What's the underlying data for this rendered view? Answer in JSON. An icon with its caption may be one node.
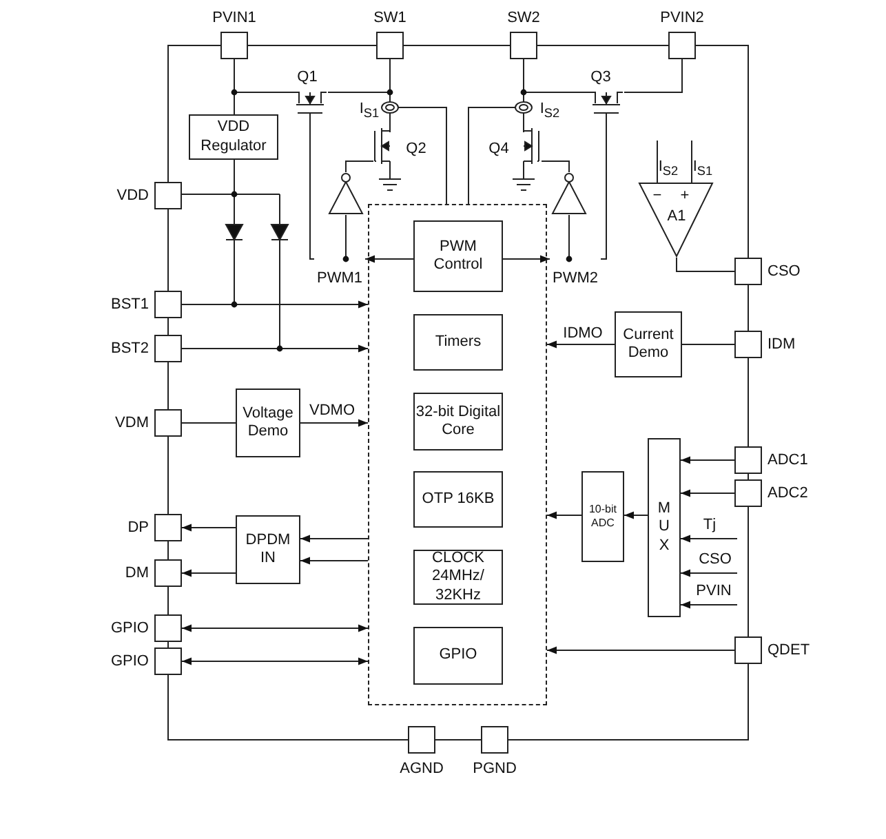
{
  "diagram": {
    "nodes": [
      {
        "text": [],
        "shape": "box",
        "beside": [
          "PVIN1"
        ]
      },
      {
        "text": [],
        "shape": "box",
        "beside": [
          "SW1"
        ]
      },
      {
        "text": [],
        "shape": "box",
        "beside": [
          "SW2"
        ]
      },
      {
        "text": [],
        "shape": "box",
        "beside": [
          "PVIN2"
        ]
      },
      {
        "text": [],
        "shape": "box",
        "beside": [
          "VDD"
        ]
      },
      {
        "text": [],
        "shape": "box",
        "beside": [
          "BST1"
        ]
      },
      {
        "text": [],
        "shape": "box",
        "beside": [
          "BST2"
        ]
      },
      {
        "text": [],
        "shape": "box",
        "beside": [
          "VDM"
        ]
      },
      {
        "text": [],
        "shape": "box",
        "beside": [
          "DP"
        ]
      },
      {
        "text": [],
        "shape": "box",
        "beside": [
          "DM"
        ]
      },
      {
        "text": [],
        "shape": "box",
        "beside": [
          "GPIO"
        ]
      },
      {
        "text": [],
        "shape": "box",
        "beside": [
          "GPIO"
        ]
      },
      {
        "text": [],
        "shape": "box",
        "beside": [
          "CSO"
        ]
      },
      {
        "text": [],
        "shape": "box",
        "beside": [
          "IDM"
        ]
      },
      {
        "text": [],
        "shape": "box",
        "beside": [
          "ADC1"
        ]
      },
      {
        "text": [],
        "shape": "box",
        "beside": [
          "ADC2"
        ]
      },
      {
        "text": [],
        "shape": "box",
        "beside": [
          "QDET"
        ]
      },
      {
        "text": [],
        "shape": "box",
        "beside": [
          "AGND"
        ]
      },
      {
        "text": [],
        "shape": "box",
        "beside": [
          "PGND"
        ]
      },
      {
        "text": [
          "VDD Regulator"
        ]
      },
      {
        "text": [
          "Voltage Demo"
        ]
      },
      {
        "text": [
          "DPDM IN"
        ]
      },
      {
        "text": [],
        "shape": "box"
      },
      {
        "text": [
          "PWM Control"
        ],
        "in": 22
      },
      {
        "text": [
          "Timers"
        ],
        "in": 22
      },
      {
        "text": [
          "32-bit Digital Core"
        ],
        "in": 22
      },
      {
        "text": [
          "OTP 16KB"
        ],
        "in": 22
      },
      {
        "text": [
          "CLOCK 24MHz/ 32KHz"
        ],
        "in": 22
      },
      {
        "text": [
          "GPIO"
        ],
        "in": 22
      },
      {
        "text": [
          "Current Demo"
        ]
      },
      {
        "text": [
          "M U X"
        ]
      },
      {
        "text": [
          "10-bit ADC"
        ]
      },
      {
        "text": [
          "I$_{S2}$",
          "I$_{S1}$",
          "−",
          "+",
          "A1"
        ]
      },
      {
        "text": [
          "PWM1"
        ]
      },
      {
        "text": [
          "PWM2"
        ]
      },
      {
        "text": [],
        "shape": "transistor",
        "beside": [
          "Q1"
        ]
      },
      {
        "text": [],
        "shape": "transistor",
        "beside": [
          "Q2"
        ]
      },
      {
        "text": [],
        "shape": "transistor",
        "beside": [
          "Q3"
        ]
      },
      {
        "text": [],
        "shape": "transistor",
        "beside": [
          "Q4"
        ]
      },
      {
        "text": [],
        "shape": "triangle"
      },
      {
        "text": [],
        "shape": "triangle"
      }
    ],
    "edges": [
      {
        "from": 0,
        "to": 19,
        "arrow": "none"
      },
      {
        "from": 19,
        "to": 4,
        "arrow": "none"
      },
      {
        "from": 5,
        "to": 22,
        "arrow": "to"
      },
      {
        "from": 6,
        "to": 22,
        "arrow": "to"
      },
      {
        "from": 7,
        "to": 20,
        "arrow": "none"
      },
      {
        "from": 20,
        "to": 22,
        "arrow": "to",
        "label": "VDMO"
      },
      {
        "from": 22,
        "to": 21,
        "arrow": "to"
      },
      {
        "from": 22,
        "to": 21,
        "arrow": "to"
      },
      {
        "from": 21,
        "to": 8,
        "arrow": "to"
      },
      {
        "from": 21,
        "to": 9,
        "arrow": "to"
      },
      {
        "from": 10,
        "to": 22,
        "arrow": "both"
      },
      {
        "from": 11,
        "to": 22,
        "arrow": "both"
      },
      {
        "from": 13,
        "to": 29,
        "arrow": "none"
      },
      {
        "from": 29,
        "to": 22,
        "arrow": "to",
        "label": "IDMO"
      },
      {
        "from": 14,
        "to": 30,
        "arrow": "to"
      },
      {
        "from": 15,
        "to": 30,
        "arrow": "to"
      },
      {
        "from": null,
        "to": 30,
        "arrow": "to",
        "label": "Tj"
      },
      {
        "from": null,
        "to": 30,
        "arrow": "to",
        "label": "CSO"
      },
      {
        "from": null,
        "to": 30,
        "arrow": "to",
        "label": "PVIN"
      },
      {
        "from": 30,
        "to": 31,
        "arrow": "to"
      },
      {
        "from": 31,
        "to": 22,
        "arrow": "to"
      },
      {
        "from": 16,
        "to": 22,
        "arrow": "to"
      },
      {
        "from": 32,
        "to": 12,
        "arrow": "none"
      },
      {
        "from": 23,
        "to": 33,
        "arrow": "to"
      },
      {
        "from": 23,
        "to": 34,
        "arrow": "to"
      },
      {
        "from": 1,
        "to": 22,
        "arrow": "none"
      },
      {
        "from": 2,
        "to": 22,
        "arrow": "none"
      },
      {
        "from": 0,
        "to": 35,
        "arrow": "none"
      },
      {
        "from": 35,
        "to": 1,
        "arrow": "none"
      },
      {
        "from": 1,
        "to": 36,
        "arrow": "none"
      },
      {
        "from": 35,
        "to": 33,
        "arrow": "none"
      },
      {
        "from": 36,
        "to": 39,
        "arrow": "none"
      },
      {
        "from": 33,
        "to": 39,
        "arrow": "none"
      },
      {
        "from": 2,
        "to": 37,
        "arrow": "none"
      },
      {
        "from": 37,
        "to": 3,
        "arrow": "none"
      },
      {
        "from": 2,
        "to": 38,
        "arrow": "none"
      },
      {
        "from": 37,
        "to": 34,
        "arrow": "none"
      },
      {
        "from": 38,
        "to": 40,
        "arrow": "none"
      },
      {
        "from": 34,
        "to": 40,
        "arrow": "none"
      }
    ],
    "labels": [
      "I$_{S1}$",
      "I$_{S2}$"
    ]
  }
}
